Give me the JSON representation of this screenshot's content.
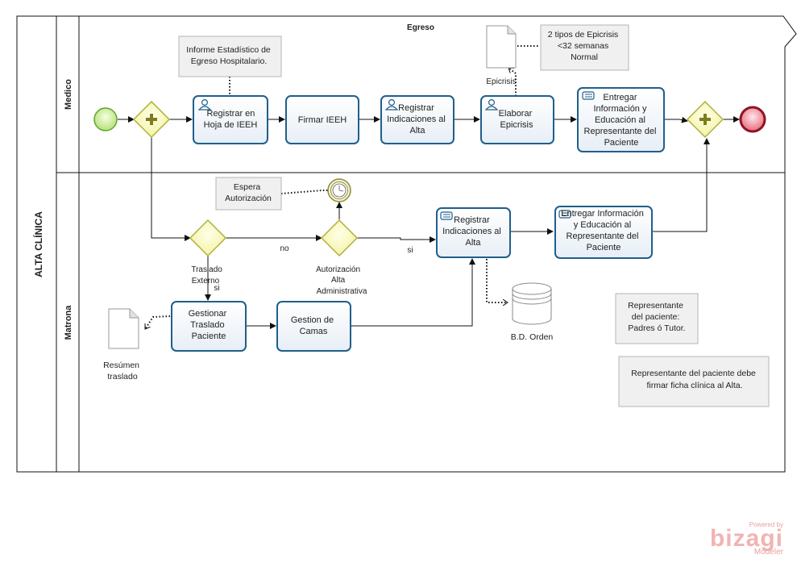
{
  "pool": {
    "title": "ALTA CLÍNICA",
    "header": "Egreso"
  },
  "lanes": {
    "medico": "Medico",
    "matrona": "Matrona"
  },
  "tasks": {
    "registrar_ieeh": [
      "Registrar en",
      "Hoja de IEEH"
    ],
    "firmar_ieeh": [
      "Firmar IEEH"
    ],
    "registrar_indicaciones_medico": [
      "Registrar",
      "Indicaciones al",
      "Alta"
    ],
    "elaborar_epicrisis": [
      "Elaborar",
      "Epicrisis"
    ],
    "entregar_info_medico": [
      "Entregar",
      "Información y",
      "Educación al",
      "Representante del",
      "Paciente"
    ],
    "registrar_indicaciones_matrona": [
      "Registrar",
      "Indicaciones al",
      "Alta"
    ],
    "entregar_info_matrona": [
      "Entregar Información",
      "y Educación al",
      "Representante  del",
      "Paciente"
    ],
    "gestionar_traslado": [
      "Gestionar",
      "Traslado",
      "Paciente"
    ],
    "gestion_camas": [
      "Gestion  de",
      "Camas"
    ]
  },
  "notes": {
    "informe": [
      "Informe Estadístico de",
      "Egreso Hospitalario."
    ],
    "tipos_epicrisis": [
      "2 tipos de Epicrisis",
      "<32 semanas",
      "Normal"
    ],
    "espera": [
      "Espera",
      "Autorización"
    ],
    "representante": [
      "Representante",
      "del paciente:",
      "Padres ó Tutor."
    ],
    "firma": [
      "Representante del paciente debe",
      "firmar ficha clínica al Alta."
    ]
  },
  "artifacts": {
    "epicrisis": "Epicrisis",
    "resumen": [
      "Resúmen",
      "traslado"
    ],
    "bd_orden": "B.D. Orden"
  },
  "gateways": {
    "traslado": [
      "Traslado",
      "Externo"
    ],
    "autorizacion": [
      "Autorización",
      "Alta",
      "Administrativa"
    ]
  },
  "flow_labels": {
    "no": "no",
    "si_autorizacion": "si",
    "si_traslado": "si"
  },
  "branding": {
    "powered": "Powered by",
    "brand": "bizagi",
    "sub": "Modeler"
  }
}
